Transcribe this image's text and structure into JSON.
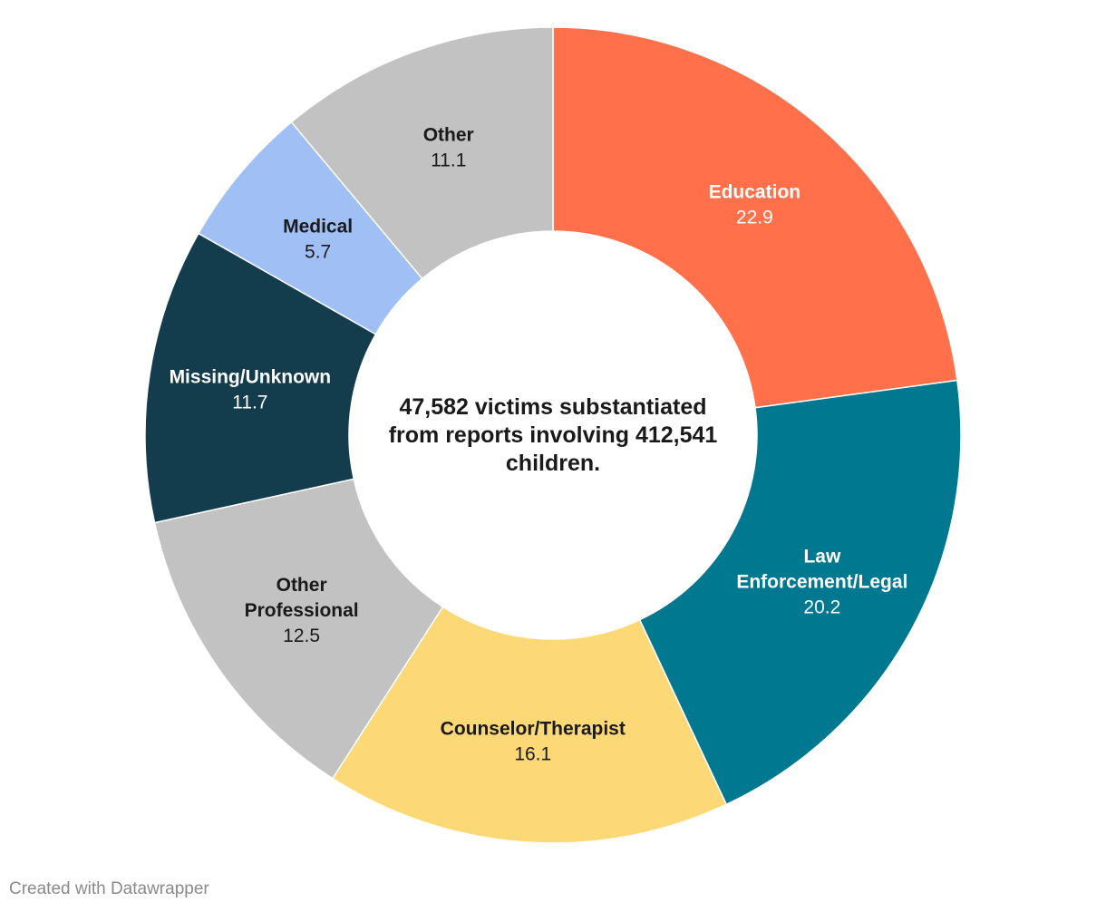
{
  "chart_data": {
    "type": "pie",
    "variant": "donut",
    "center_text": "47,582 victims substantiated from reports involving 412,541 children.",
    "slices": [
      {
        "label": "Education",
        "label_lines": [
          "Education"
        ],
        "value": 22.9,
        "color": "#ff704b",
        "text_color": "#ffffff"
      },
      {
        "label": "Law Enforcement/Legal",
        "label_lines": [
          "Law",
          "Enforcement/Legal"
        ],
        "value": 20.2,
        "color": "#007890",
        "text_color": "#ffffff"
      },
      {
        "label": "Counselor/Therapist",
        "label_lines": [
          "Counselor/Therapist"
        ],
        "value": 16.1,
        "color": "#fcd877",
        "text_color": "#1a1a1a"
      },
      {
        "label": "Other Professional",
        "label_lines": [
          "Other",
          "Professional"
        ],
        "value": 12.5,
        "color": "#c2c2c2",
        "text_color": "#1a1a1a"
      },
      {
        "label": "Missing/Unknown",
        "label_lines": [
          "Missing/Unknown"
        ],
        "value": 11.7,
        "color": "#133c4d",
        "text_color": "#ffffff"
      },
      {
        "label": "Medical",
        "label_lines": [
          "Medical"
        ],
        "value": 5.7,
        "color": "#a0c0f5",
        "text_color": "#1a1a1a"
      },
      {
        "label": "Other",
        "label_lines": [
          "Other"
        ],
        "value": 11.1,
        "color": "#c2c2c2",
        "text_color": "#1a1a1a"
      }
    ],
    "start_angle": "12 o'clock",
    "direction": "clockwise"
  },
  "footer": {
    "credit": "Created with Datawrapper"
  }
}
